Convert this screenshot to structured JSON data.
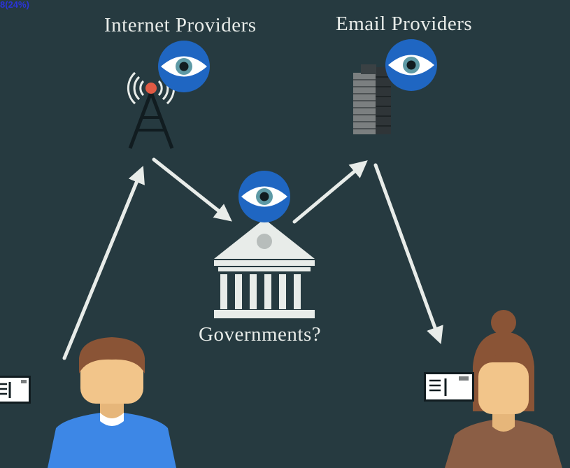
{
  "overlay": {
    "corner_text": "8(24%)"
  },
  "labels": {
    "internet_providers": "Internet Providers",
    "email_providers": "Email Providers",
    "governments": "Governments?"
  },
  "colors": {
    "background": "#263a40",
    "eye_circle": "#1f66c2",
    "arrow": "#e8ece9",
    "sender_shirt": "#3d87e6",
    "recipient_shirt": "#8b5e45",
    "skin": "#f2c58a",
    "hair": "#8a5436"
  },
  "icons": [
    "eye-icon",
    "radio-tower-icon",
    "server-building-icon",
    "government-building-icon",
    "envelope-icon",
    "person-icon"
  ]
}
